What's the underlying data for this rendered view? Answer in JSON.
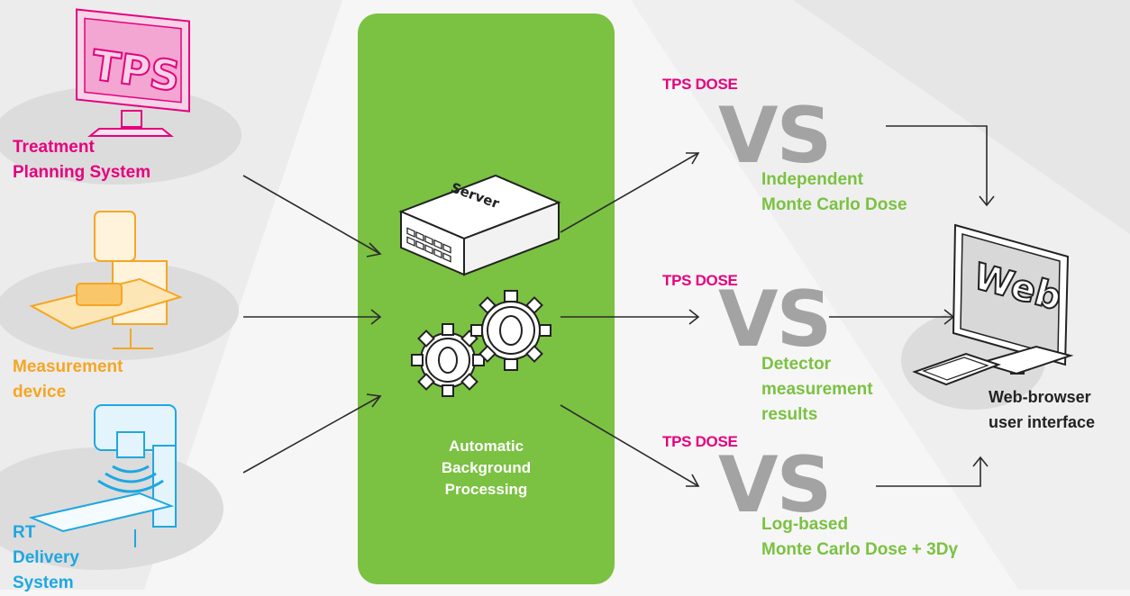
{
  "sources": {
    "tps": {
      "screen_text": "TPS",
      "label": "Treatment\nPlanning System"
    },
    "measurement": {
      "label": "Measurement\ndevice"
    },
    "rt": {
      "label": "RT\nDelivery\nSystem"
    }
  },
  "center": {
    "server_text": "Server",
    "caption": "Automatic\nBackground\nProcessing"
  },
  "comparisons": [
    {
      "top": "TPS DOSE",
      "vs": "VS",
      "bottom": "Independent\nMonte Carlo Dose"
    },
    {
      "top": "TPS DOSE",
      "vs": "VS",
      "bottom": "Detector\nmeasurement\nresults"
    },
    {
      "top": "TPS DOSE",
      "vs": "VS",
      "bottom": "Log-based\nMonte Carlo Dose + 3Dγ"
    }
  ],
  "output": {
    "screen_text": "Web",
    "label": "Web-browser\nuser interface"
  },
  "colors": {
    "tps": "#e6007e",
    "measurement": "#f5a623",
    "rt": "#1ea7e1",
    "green": "#7bc142",
    "vs": "#a3a3a3"
  }
}
